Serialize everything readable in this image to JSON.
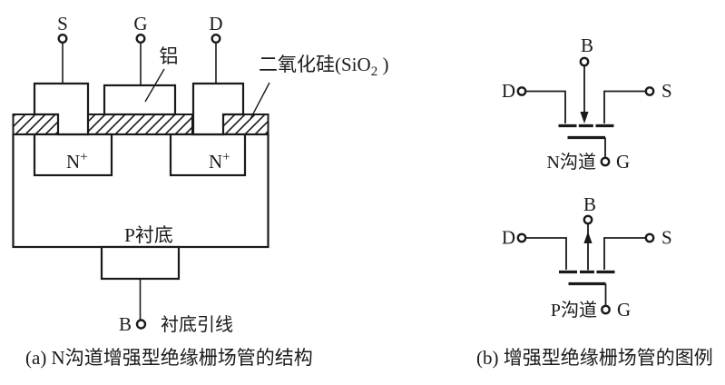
{
  "colors": {
    "ink": "#1a1a1a",
    "background": "#ffffff"
  },
  "figure_a": {
    "caption": "(a) N沟道增强型绝缘栅场管的结构",
    "terminals": {
      "source": "S",
      "gate": "G",
      "drain": "D",
      "bulk": "B"
    },
    "labels": {
      "aluminum": "铝",
      "silicon_dioxide_prefix": "二氧化硅(SiO",
      "silicon_dioxide_sub": "2",
      "silicon_dioxide_suffix": " )",
      "n_plus_base": "N",
      "n_plus_sup": "+",
      "p_substrate": "P衬底",
      "substrate_lead": "衬底引线"
    }
  },
  "figure_b": {
    "caption": "(b) 增强型绝缘栅场管的图例",
    "n_channel": {
      "label": "N沟道",
      "terminals": {
        "bulk": "B",
        "drain": "D",
        "source": "S",
        "gate": "G"
      }
    },
    "p_channel": {
      "label": "P沟道",
      "terminals": {
        "bulk": "B",
        "drain": "D",
        "source": "S",
        "gate": "G"
      }
    }
  }
}
